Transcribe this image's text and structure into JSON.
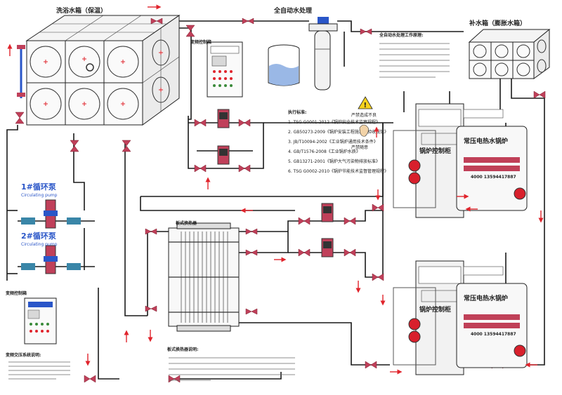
{
  "labels": {
    "tank_main": "洗浴水箱（保温）",
    "water_treatment": "全自动水处理",
    "tank_makeup": "补水箱（膨胀水箱）",
    "panel_top": "变频控制箱",
    "panel_bottom": "变频控制箱",
    "pump_1": "1#循环泵",
    "pump_1_en": "Circulating pump",
    "pump_2": "2#循环泵",
    "pump_2_en": "Circulating pump",
    "heat_exchanger": "板式换热器",
    "boiler_cabinet_1": "锅炉控制柜",
    "boiler_name_1": "常压电热水锅炉",
    "boiler_cabinet_2": "锅炉控制柜",
    "boiler_name_2": "常压电热水锅炉",
    "boiler_phone_1": "4000 13594417887",
    "boiler_phone_2": "4000 13594417887",
    "warning_title": "严禁造成不良",
    "warning_sub": "严禁随意",
    "vfd_desc_title": "变频交压系统说明:",
    "hx_desc_title": "板式换热器说明:",
    "treatment_desc_title": "全自动水处理工作原理:"
  },
  "standards": {
    "title": "执行标准:",
    "items": [
      "1. TSG G0001-2012《锅炉安全技术监察规程》",
      "2. GB50273-2009《锅炉安装工程施工及验收规范》",
      "3. JB/T10094-2002《工业锅炉通用技术条件》",
      "4. GB/T1576-2008《工业锅炉水质》",
      "5. GB13271-2001《锅炉大气污染物排放标准》",
      "6. TSG G0002-2010《锅炉节能技术监督管理规程》"
    ]
  },
  "colors": {
    "pipe": "#1a1a1a",
    "valve": "#c0405a",
    "arrow": "#e0242c",
    "title_blue": "#2a56c8",
    "label_red": "#e0242c",
    "boiler_bar": "#c04058",
    "boiler_red": "#d8202c"
  }
}
